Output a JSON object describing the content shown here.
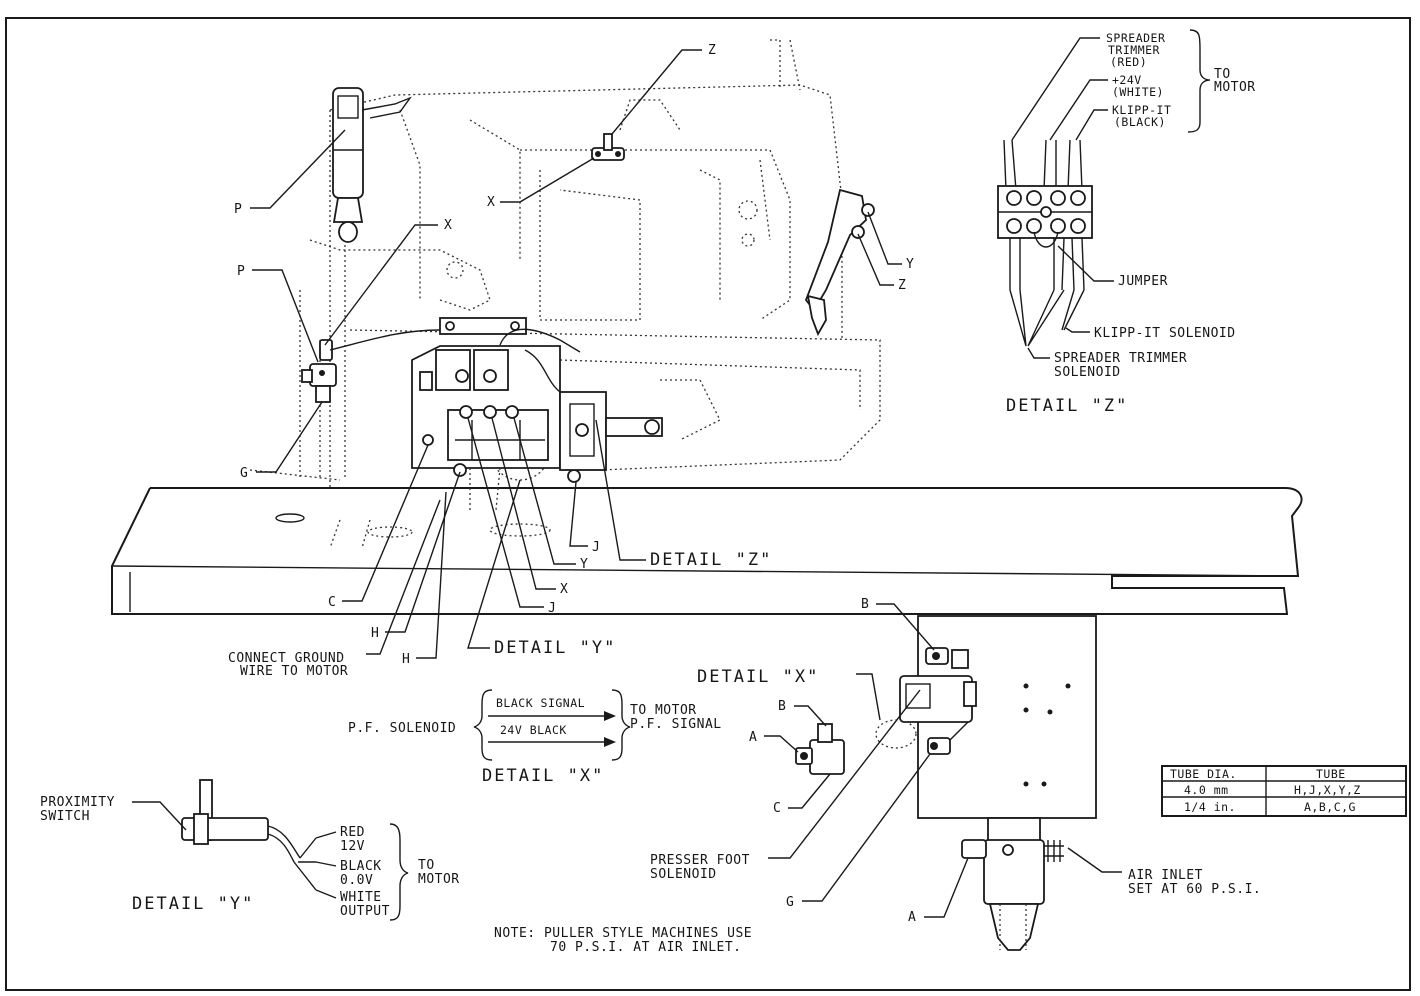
{
  "labels": {
    "p": "P",
    "x": "X",
    "y": "Y",
    "z": "Z",
    "g": "G",
    "c": "C",
    "h": "H",
    "j": "J",
    "a": "A",
    "b": "B"
  },
  "ground_wire": [
    "CONNECT GROUND",
    "WIRE TO MOTOR"
  ],
  "detail_z_main": "DETAIL \"Z\"",
  "detail_y_main": "DETAIL \"Y\"",
  "detail_x_main": "DETAIL \"X\"",
  "detail_z": {
    "title": "DETAIL \"Z\"",
    "wires": [
      "SPREADER",
      "TRIMMER",
      "(RED)",
      "+24V",
      "(WHITE)",
      "KLIPP-IT",
      "(BLACK)"
    ],
    "to_motor": [
      "TO",
      "MOTOR"
    ],
    "jumper": "JUMPER",
    "klipp_it_solenoid": "KLIPP-IT SOLENOID",
    "spreader_trimmer_solenoid": [
      "SPREADER TRIMMER",
      "SOLENOID"
    ]
  },
  "detail_x": {
    "title": "DETAIL \"X\"",
    "pf_solenoid": "P.F. SOLENOID",
    "black_signal": "BLACK SIGNAL",
    "black_24v": "24V BLACK",
    "to_motor_pf": [
      "TO MOTOR",
      "P.F. SIGNAL"
    ]
  },
  "detail_y": {
    "title": "DETAIL \"Y\"",
    "proximity_switch": [
      "PROXIMITY",
      "SWITCH"
    ],
    "red": [
      "RED",
      "12V"
    ],
    "black": [
      "BLACK",
      "0.0V"
    ],
    "white": [
      "WHITE",
      "OUTPUT"
    ],
    "to_motor": [
      "TO",
      "MOTOR"
    ]
  },
  "presser_foot": [
    "PRESSER FOOT",
    "SOLENOID"
  ],
  "air_inlet": [
    "AIR INLET",
    "SET AT 60 P.S.I."
  ],
  "note": [
    "NOTE: PULLER STYLE MACHINES USE",
    "70 P.S.I. AT AIR INLET."
  ],
  "tube_table": {
    "headers": [
      "TUBE DIA.",
      "TUBE"
    ],
    "rows": [
      [
        "4.0 mm",
        "H,J,X,Y,Z"
      ],
      [
        "1/4 in.",
        "A,B,C,G"
      ]
    ]
  }
}
